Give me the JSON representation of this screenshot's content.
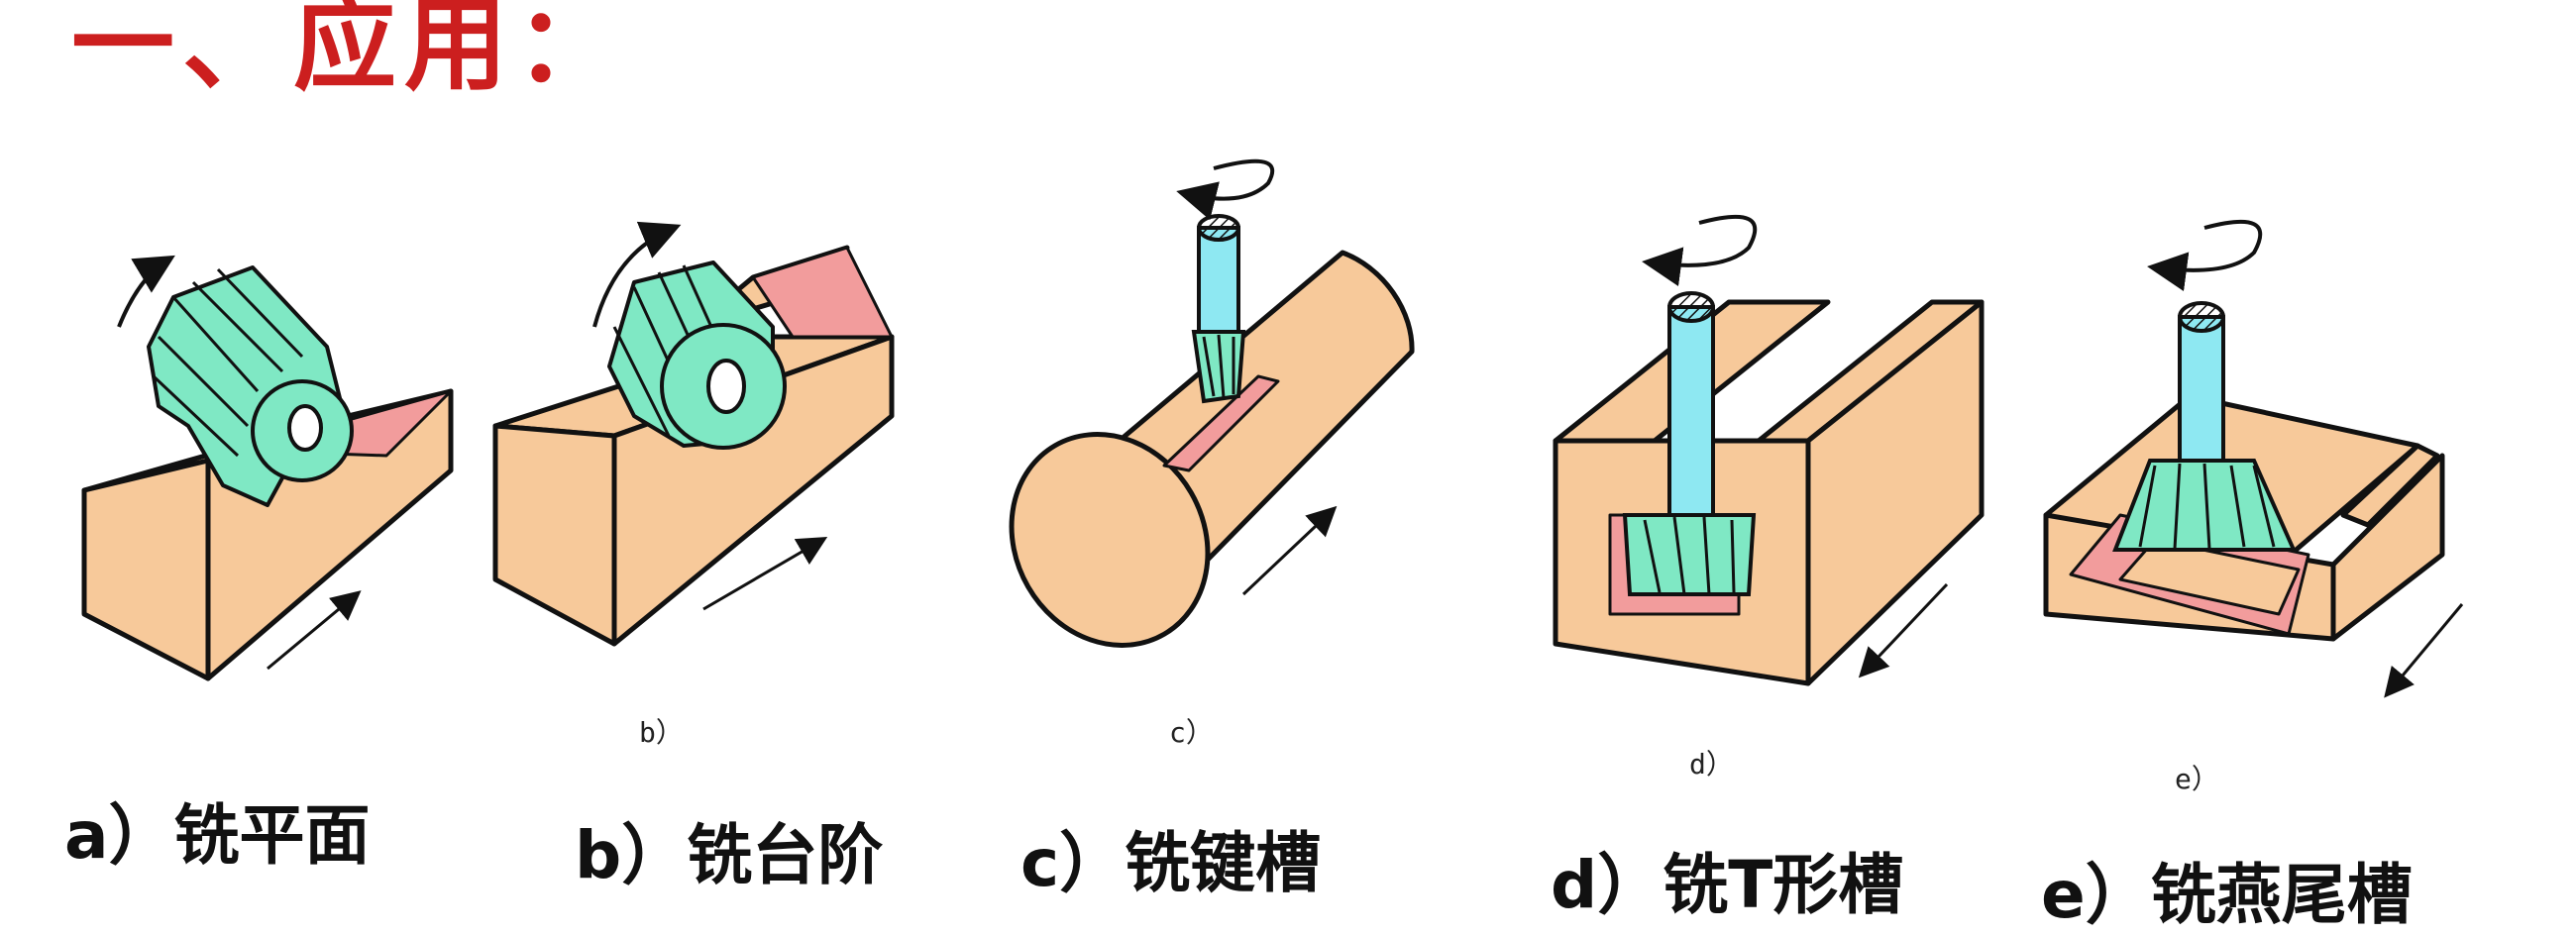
{
  "heading": "一、应用：",
  "colors": {
    "workpiece": "#f7c99a",
    "cutter": "#7fe8c4",
    "shank": "#8ee8f2",
    "cut_surface": "#f29c9c",
    "outline": "#111111",
    "heading": "#cc1f1f"
  },
  "figures": [
    {
      "id": "a",
      "caption": "a）铣平面",
      "sublabel": ""
    },
    {
      "id": "b",
      "caption": "b）铣台阶",
      "sublabel": "b）"
    },
    {
      "id": "c",
      "caption": "c）铣键槽",
      "sublabel": "c）"
    },
    {
      "id": "d",
      "caption": "d）铣T形槽",
      "sublabel": "d）"
    },
    {
      "id": "e",
      "caption": "e）铣燕尾槽",
      "sublabel": "e）"
    }
  ]
}
